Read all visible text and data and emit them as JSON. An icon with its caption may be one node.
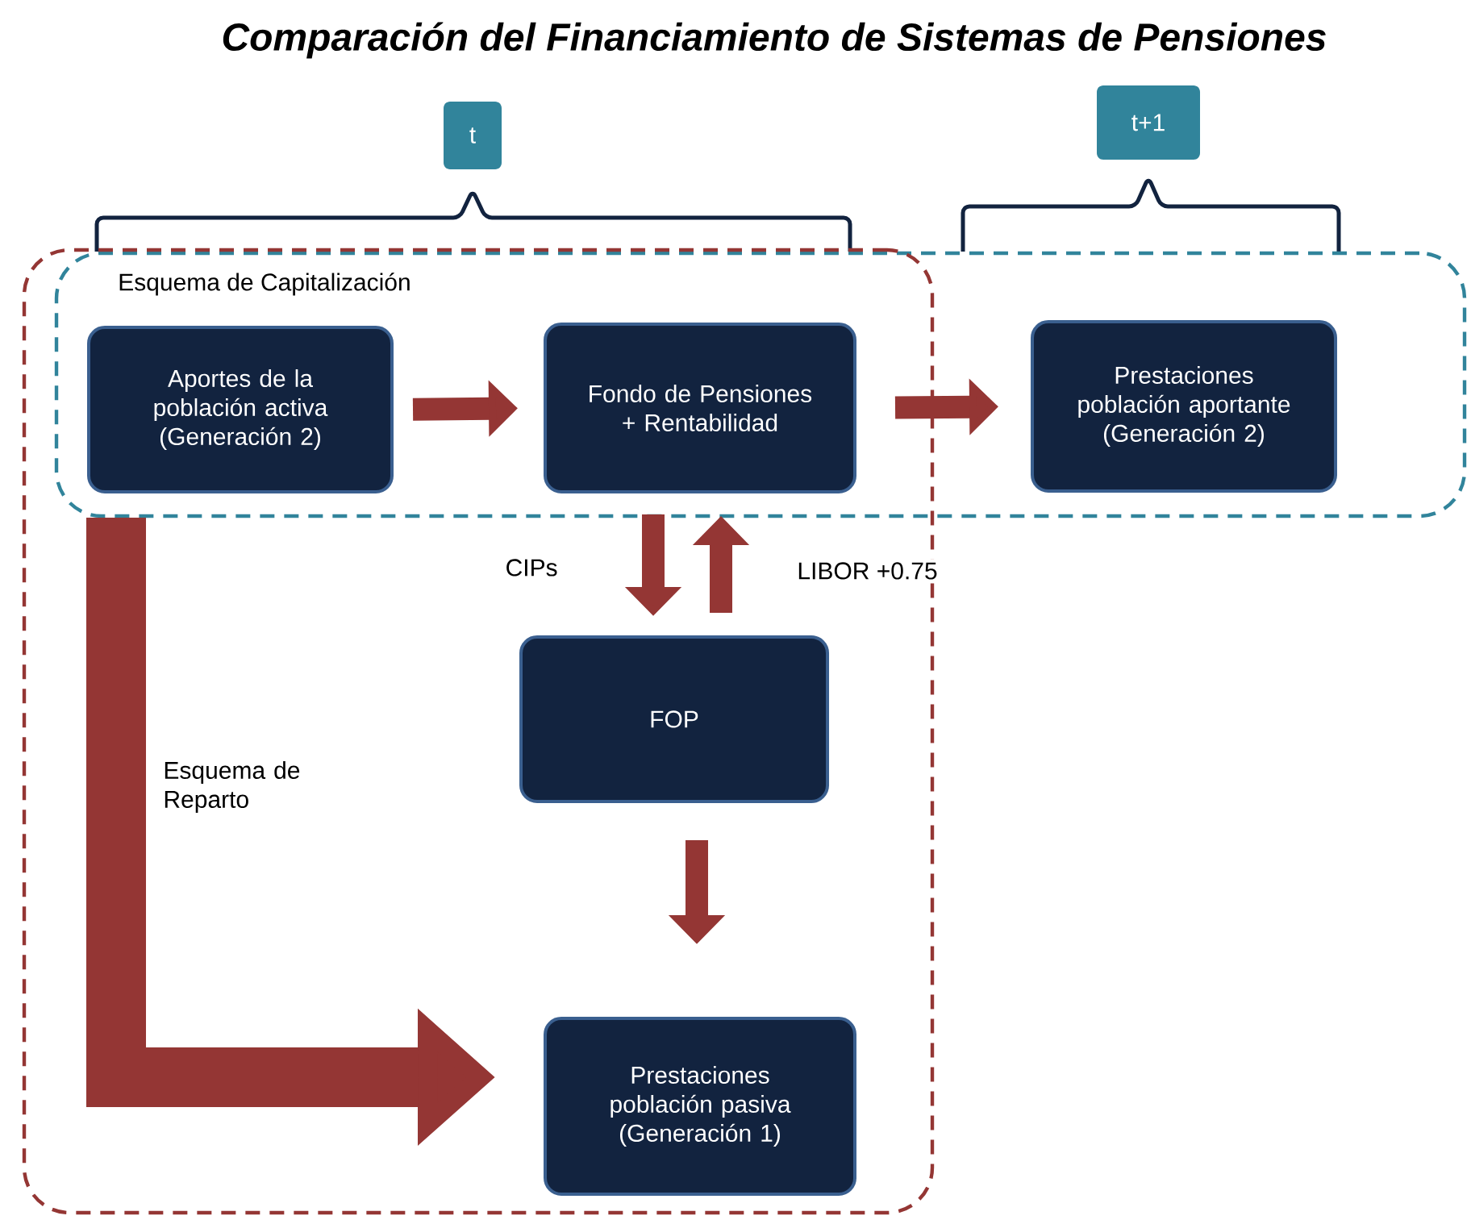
{
  "diagram": {
    "title": "Comparación del Financiamiento de Sistemas de Pensiones",
    "nodes": [
      {
        "text": [
          "Esquema de Capitalización"
        ]
      },
      {
        "text": [
          "Esquema de Reparto"
        ]
      },
      {
        "text": [
          "Aportes de la población activa (Generación 2)"
        ]
      },
      {
        "text": [
          "Fondo de Pensiones + Rentabilidad"
        ]
      },
      {
        "text": [
          "Prestaciones población aportante (Generación 2)"
        ],
        "in": 0
      },
      {
        "text": [
          "FOP"
        ],
        "in": 1
      },
      {
        "text": [
          "Prestaciones población pasiva (Generación 1)"
        ],
        "in": 1
      },
      {
        "text": [
          "t"
        ]
      },
      {
        "text": [
          "t+1"
        ]
      }
    ],
    "edges": [
      {
        "from": 2,
        "to": 3,
        "arrow": "to"
      },
      {
        "from": 3,
        "to": 4,
        "arrow": "to"
      },
      {
        "from": 3,
        "to": 5,
        "arrow": "to",
        "label": "CIPs"
      },
      {
        "from": 5,
        "to": 3,
        "arrow": "to",
        "label": "LIBOR +0.75"
      },
      {
        "from": 5,
        "to": 6,
        "arrow": "to"
      },
      {
        "from": 2,
        "to": 6,
        "arrow": "to",
        "style": "thick"
      }
    ]
  }
}
